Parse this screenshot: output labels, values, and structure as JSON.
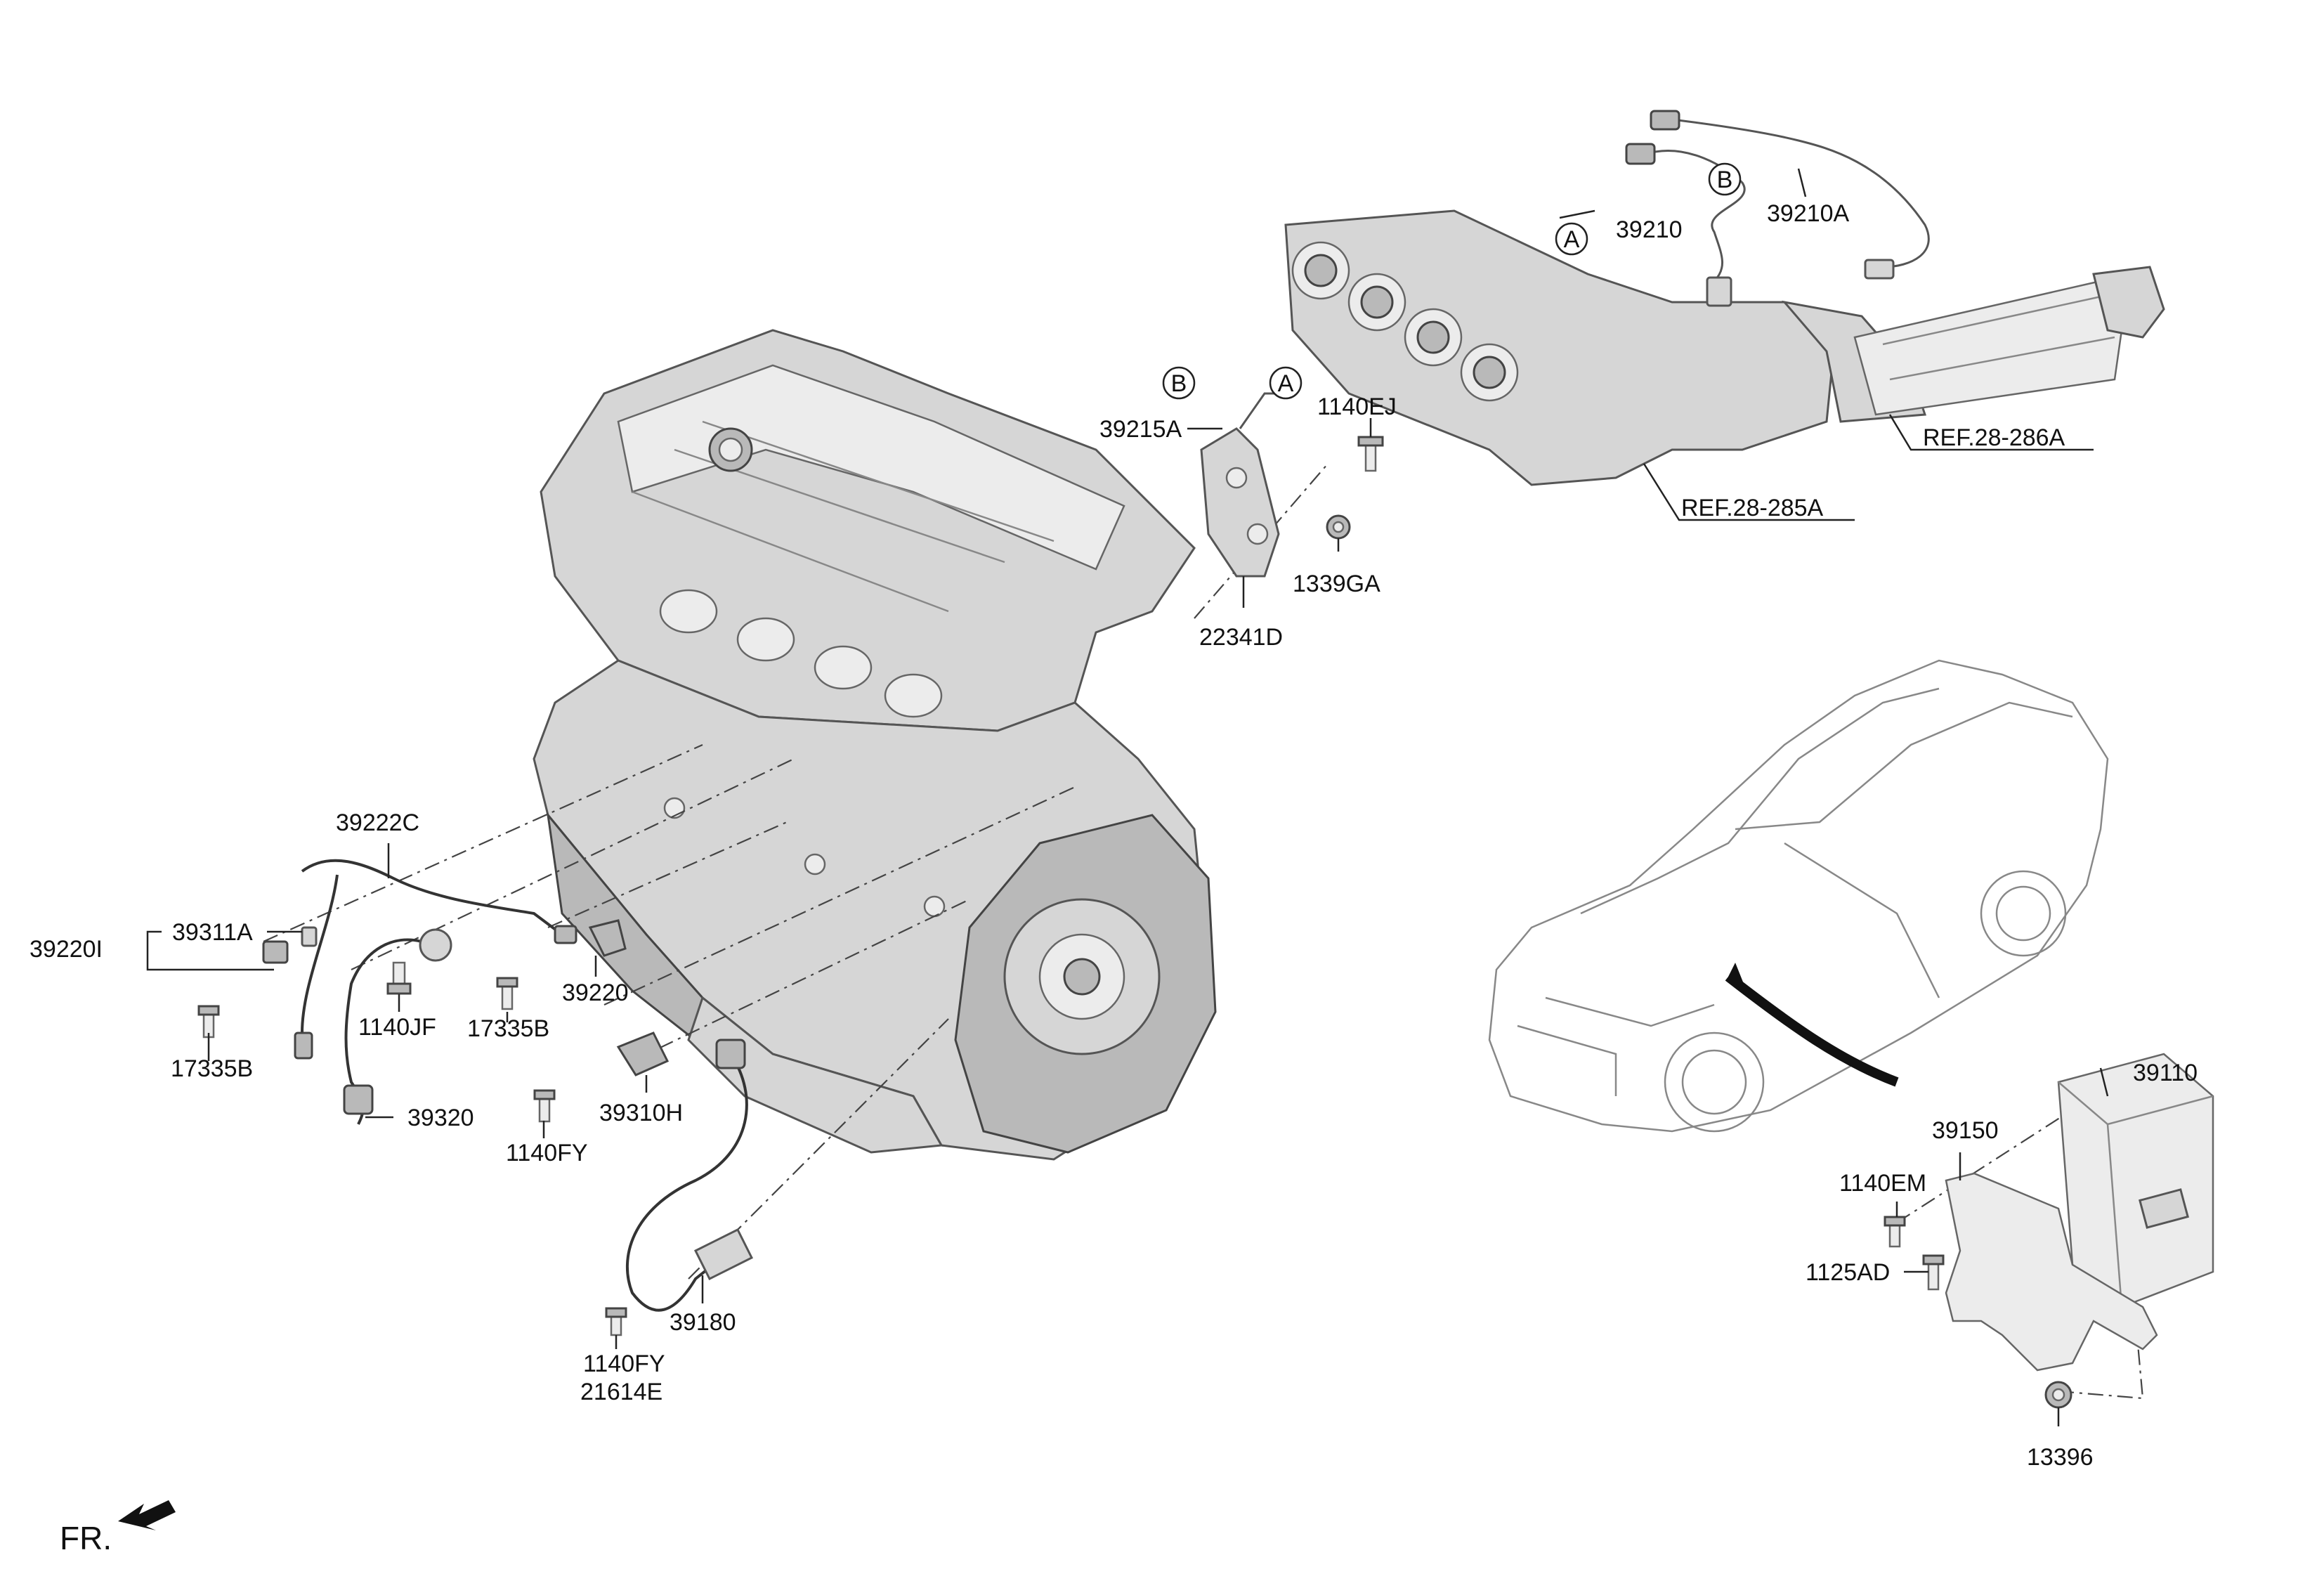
{
  "diagram": {
    "engine_parts": {
      "p39222C": "39222C",
      "p39311A": "39311A",
      "p39220I": "39220I",
      "p17335B_left": "17335B",
      "p1140JF": "1140JF",
      "p17335B_mid": "17335B",
      "p39220": "39220",
      "p39320": "39320",
      "p1140FY_mid": "1140FY",
      "p39310H": "39310H",
      "p39180": "39180",
      "p1140FY_bottom": "1140FY",
      "p21614E": "21614E"
    },
    "bracket_parts": {
      "p39215A": "39215A",
      "p1140EJ": "1140EJ",
      "p1339GA": "1339GA",
      "p22341D": "22341D"
    },
    "exhaust_parts": {
      "p39210": "39210",
      "p39210A": "39210A",
      "ref_28_286A": "REF.28-286A",
      "ref_28_285A": "REF.28-285A"
    },
    "ecu_parts": {
      "p39110": "39110",
      "p39150": "39150",
      "p1140EM": "1140EM",
      "p1125AD": "1125AD",
      "p13396": "13396"
    },
    "callouts": {
      "a": "A",
      "b": "B"
    },
    "front_indicator": "FR."
  }
}
